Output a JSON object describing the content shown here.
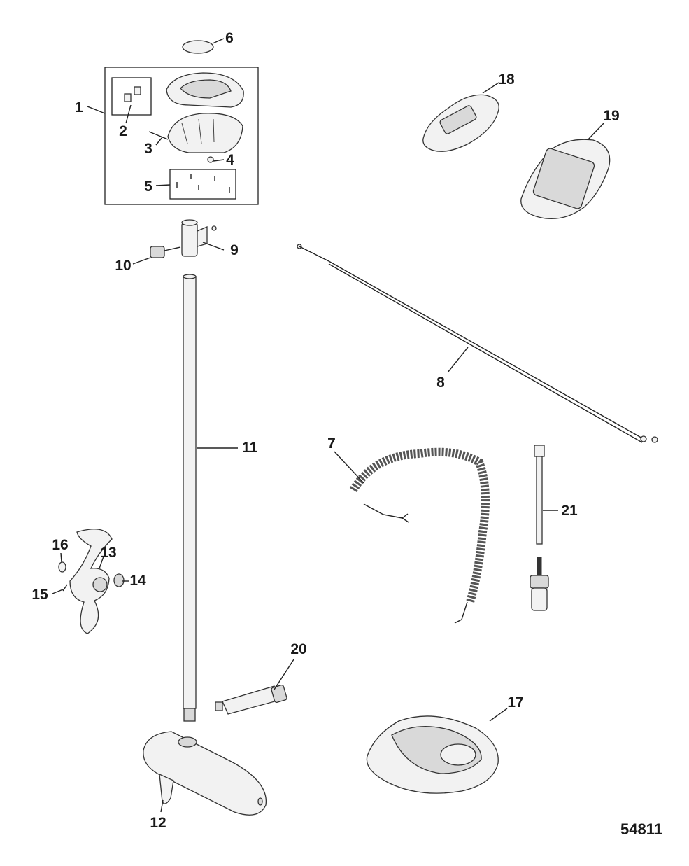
{
  "figure_number": "54811",
  "callouts": [
    "1",
    "2",
    "3",
    "4",
    "5",
    "6",
    "7",
    "8",
    "9",
    "10",
    "11",
    "12",
    "13",
    "14",
    "15",
    "16",
    "17",
    "18",
    "19",
    "20",
    "21"
  ]
}
